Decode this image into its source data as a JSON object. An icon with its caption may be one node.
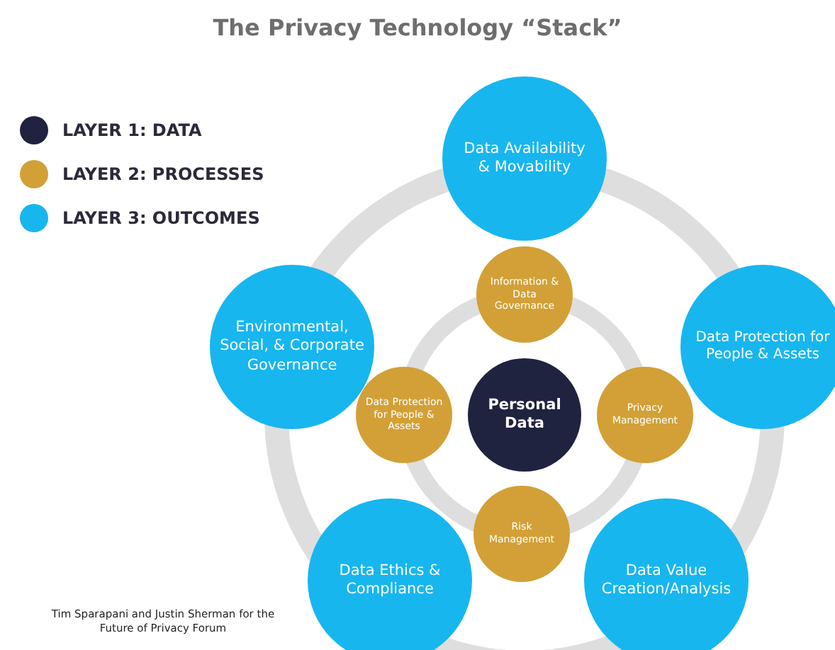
{
  "diagram": {
    "title": "The Privacy Technology “Stack”",
    "nodes": [
      {
        "text": [
          "Data Availability & Movability"
        ]
      },
      {
        "text": [
          "Environmental, Social, & Corporate Governance"
        ]
      },
      {
        "text": [
          "Information & Data Governance"
        ]
      },
      {
        "text": [
          "Data Protection for People & Assets"
        ]
      },
      {
        "text": [
          "Data Protection for People & Assets"
        ]
      },
      {
        "text": [
          "Personal Data"
        ]
      },
      {
        "text": [
          "Privacy Management"
        ]
      },
      {
        "text": [
          "Risk Management"
        ]
      },
      {
        "text": [
          "Data Ethics & Compliance"
        ]
      },
      {
        "text": [
          "Data Value Creation/Analysis"
        ]
      }
    ],
    "edges": [],
    "labels": [
      "Tim Sparapani and Justin Sherman for the Future of Privacy Forum"
    ],
    "legend": [
      {
        "text": "LAYER 1: DATA",
        "color": "#1f2340"
      },
      {
        "text": "LAYER 2: PROCESSES",
        "color": "#d2a036"
      },
      {
        "text": "LAYER 3: OUTCOMES",
        "color": "#17b6ef"
      }
    ]
  }
}
